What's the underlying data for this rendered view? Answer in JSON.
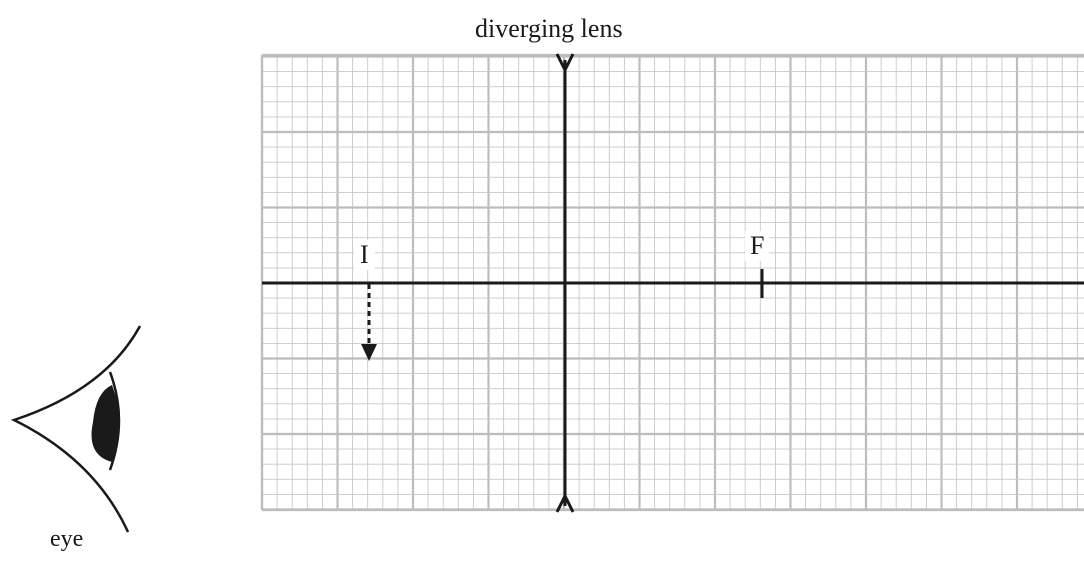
{
  "diagram": {
    "lens_label": "diverging lens",
    "eye_label": "eye",
    "image_label": "I",
    "focal_point_label": "F"
  },
  "colors": {
    "ink": "#1a1a1a",
    "grid_minor": "#c8c8c8",
    "grid_major": "#bdbdbd",
    "background": "#ffffff"
  },
  "icons": {
    "eye": "eye-icon",
    "lens": "diverging-lens-icon",
    "image_arrow": "arrow-down-dashed-icon"
  }
}
